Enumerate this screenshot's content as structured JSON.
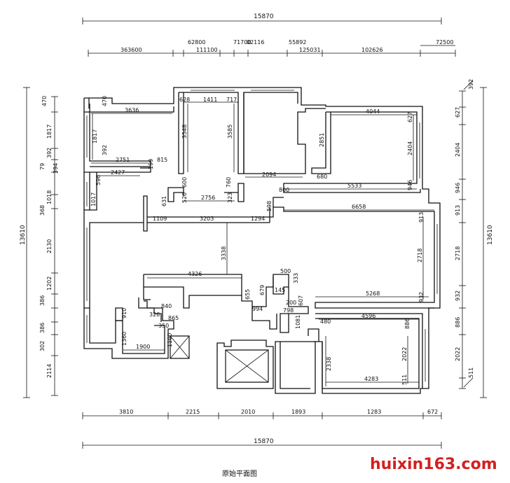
{
  "caption": "原始平面图",
  "watermark": {
    "text": "huixin163.com",
    "color": "#d42020",
    "dot_color": "#111111"
  },
  "dimensions": {
    "top_total": "15870",
    "bottom_total": "15870",
    "left_total": "13610",
    "right_total": "13610",
    "top_row": [
      "363600",
      "62800",
      "111100",
      "71700",
      "02116",
      "55892",
      "125031",
      "102626",
      "72500"
    ],
    "bottom_row": [
      "3810",
      "2215",
      "2010",
      "1893",
      "1283",
      "672"
    ],
    "left_col": [
      "470",
      "1817",
      "392",
      "79",
      "394",
      "1018",
      "368",
      "2130",
      "1202",
      "386",
      "386",
      "302",
      "2114"
    ],
    "right_col": [
      "392",
      "627",
      "2404",
      "946",
      "913",
      "2718",
      "932",
      "886",
      "2022",
      "511"
    ],
    "rooms": {
      "r3636": "3636",
      "r470": "470",
      "r1817": "1817",
      "r392": "392",
      "r2751": "2751",
      "r815": "815",
      "r199": "199",
      "r2427": "2427",
      "r596": "596",
      "r1017": "1017",
      "r628": "628",
      "r1411": "1411",
      "r717": "717",
      "r3548": "3548",
      "r3585": "3585",
      "r600": "600",
      "r760": "760",
      "r520": "520",
      "r2756": "2756",
      "r323": "323",
      "r631": "631",
      "r2094": "2094",
      "r680": "680",
      "r2851": "2851",
      "r800": "800",
      "r4044": "4044",
      "r627": "627",
      "r2404": "2404",
      "r5533": "5533",
      "r946": "946",
      "r598": "598",
      "r6658": "6658",
      "r913": "913",
      "r1109": "1109",
      "r3203": "3203",
      "r1294": "1294",
      "r3338": "3338",
      "r2718": "2718",
      "r4326": "4326",
      "r500": "500",
      "r679": "679",
      "r145": "145",
      "r333": "333",
      "r655": "655",
      "r5268": "5268",
      "r932": "932",
      "r200": "200",
      "r607": "607",
      "r994": "994",
      "r798": "798",
      "r840": "840",
      "r326": "326",
      "r910": "910",
      "r865": "865",
      "r350": "350",
      "r4596": "4596",
      "r886": "886",
      "r1081": "1081",
      "r480": "480",
      "r1360": "1360",
      "r1100": "1100",
      "r1900": "1900",
      "r2338": "2338",
      "r2022": "2022",
      "r4283": "4283",
      "r511": "511"
    }
  }
}
